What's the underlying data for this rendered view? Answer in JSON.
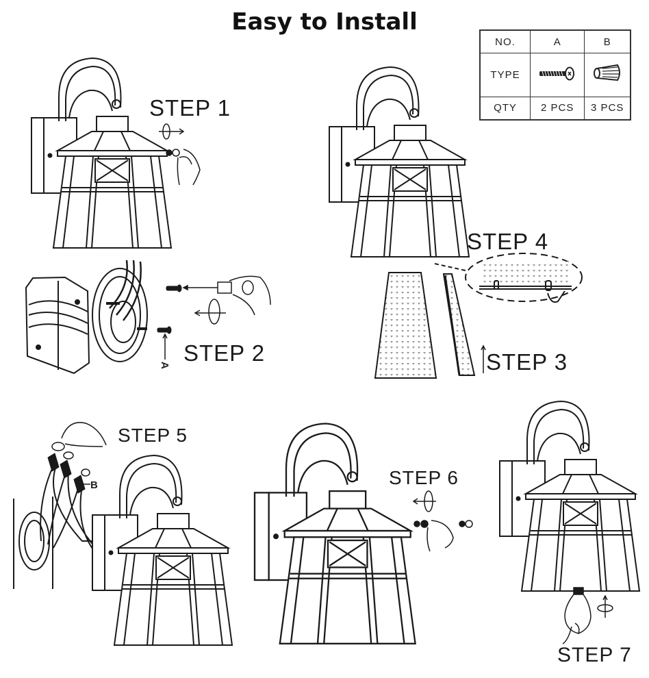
{
  "title": "Easy to Install",
  "parts_table": {
    "headers": [
      "NO.",
      "A",
      "B"
    ],
    "type_row_label": "TYPE",
    "type_icons": [
      "screw-icon",
      "wire-nut-icon"
    ],
    "qty_row_label": "QTY",
    "quantities": [
      "2 PCS",
      "3 PCS"
    ]
  },
  "steps": [
    {
      "label": "STEP 1"
    },
    {
      "label": "STEP 2"
    },
    {
      "label": "STEP 3"
    },
    {
      "label": "STEP 4"
    },
    {
      "label": "STEP 5"
    },
    {
      "label": "STEP 6"
    },
    {
      "label": "STEP 7"
    }
  ],
  "callouts": {
    "part_a": "A",
    "part_b": "B"
  },
  "colors": {
    "line": "#1a1a1a",
    "background": "#ffffff",
    "glass_dots": "#9a9a9a"
  }
}
